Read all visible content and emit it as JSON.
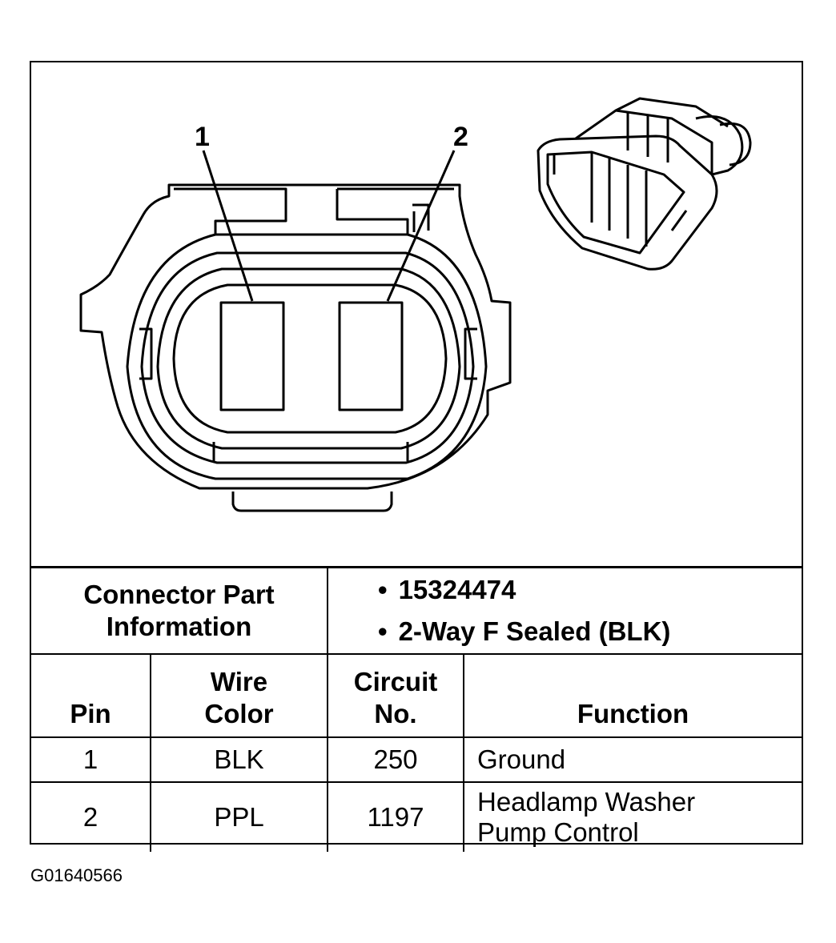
{
  "diagram": {
    "pin_labels": [
      "1",
      "2"
    ]
  },
  "connector_info": {
    "label_line1": "Connector Part",
    "label_line2": "Information",
    "part_number": "15324474",
    "description": "2-Way F Sealed (BLK)"
  },
  "table": {
    "headers": {
      "pin": "Pin",
      "wire_color_line1": "Wire",
      "wire_color_line2": "Color",
      "circuit_line1": "Circuit",
      "circuit_line2": "No.",
      "function": "Function"
    },
    "rows": [
      {
        "pin": "1",
        "wire_color": "BLK",
        "circuit": "250",
        "function_line1": "Ground",
        "function_line2": ""
      },
      {
        "pin": "2",
        "wire_color": "PPL",
        "circuit": "1197",
        "function_line1": "Headlamp Washer",
        "function_line2": "Pump Control"
      }
    ]
  },
  "figure_code": "G01640566"
}
